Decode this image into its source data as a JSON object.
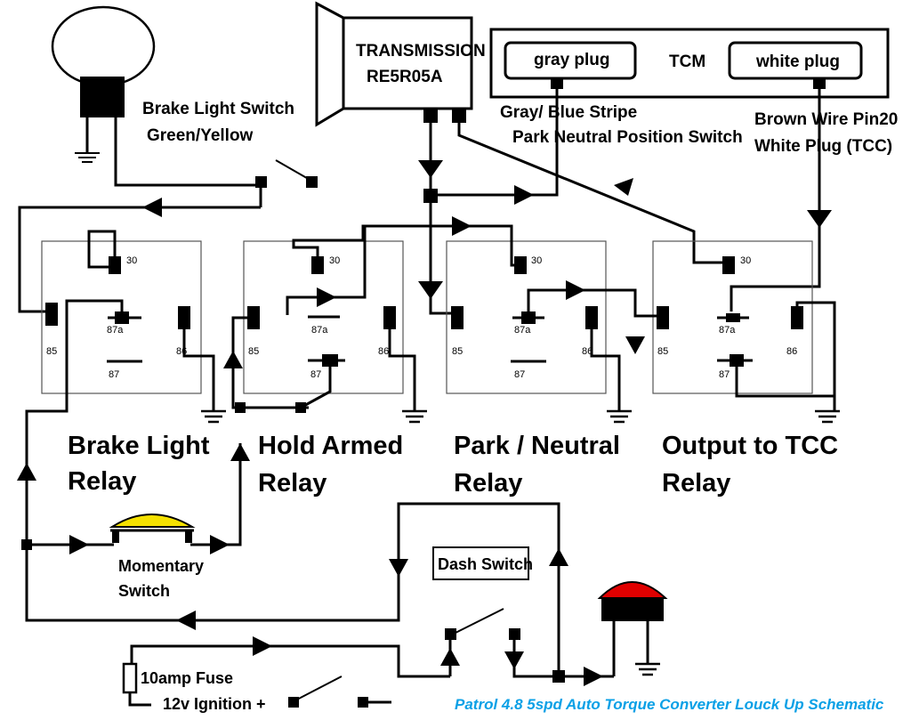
{
  "transmission": {
    "line1": "TRANSMISSION",
    "line2": "RE5R05A"
  },
  "tcm": {
    "label": "TCM",
    "gray_plug": "gray plug",
    "white_plug": "white plug"
  },
  "notes": {
    "brake_switch_line1": "Brake Light Switch",
    "brake_switch_line2": "Green/Yellow",
    "gray_wire": "Gray/ Blue Stripe",
    "park_neutral": "Park Neutral Position Switch",
    "brown_wire_line1": "Brown Wire Pin20",
    "brown_wire_line2": "White Plug (TCC)"
  },
  "relays": [
    {
      "line1": "Brake Light",
      "line2": "Relay",
      "pins": {
        "p30": "30",
        "p87a": "87a",
        "p85": "85",
        "p86": "86",
        "p87": "87"
      }
    },
    {
      "line1": "Hold Armed",
      "line2": "Relay",
      "pins": {
        "p30": "30",
        "p87a": "87a",
        "p85": "85",
        "p86": "86",
        "p87": "87"
      }
    },
    {
      "line1": "Park / Neutral",
      "line2": "Relay",
      "pins": {
        "p30": "30",
        "p87a": "87a",
        "p85": "85",
        "p86": "86",
        "p87": "87"
      }
    },
    {
      "line1": "Output to TCC",
      "line2": "Relay",
      "pins": {
        "p30": "30",
        "p87a": "87a",
        "p85": "85",
        "p86": "86",
        "p87": "87"
      }
    }
  ],
  "momentary_switch": {
    "line1": "Momentary",
    "line2": "Switch"
  },
  "dash_switch": {
    "label": "Dash Switch"
  },
  "fuse": {
    "label": "10amp Fuse"
  },
  "ignition": {
    "label": "12v Ignition +"
  },
  "caption": "Patrol 4.8 5spd Auto Torque Converter Louck Up Schematic",
  "colors": {
    "momentary_button": "#f5e100",
    "dash_button": "#e00000",
    "caption": "#0aa0e6"
  }
}
